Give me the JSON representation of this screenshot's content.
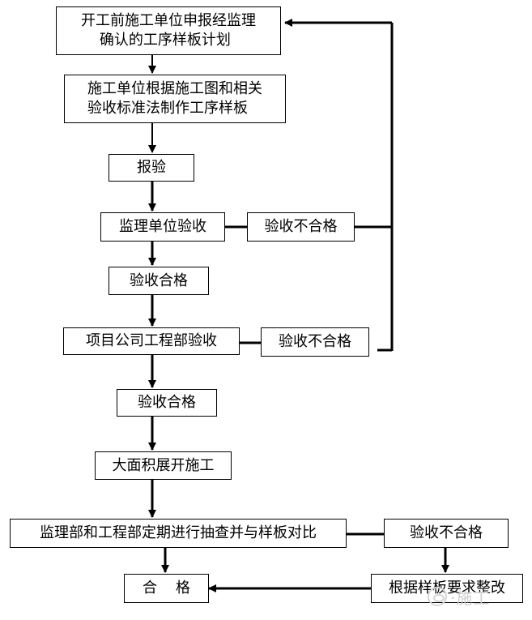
{
  "nodes": {
    "n1": "开工前施工单位申报经监理\n    确认的工序样板计划",
    "n2": "施工单位根据施工图和相关\n验收标准法制作工序样板",
    "n3": "报验",
    "n4": "监理单位验收",
    "n5": "验收不合格",
    "n6": "验收合格",
    "n7": "项目公司工程部验收",
    "n8": "验收不合格",
    "n9": "验收合格",
    "n10": "大面积展开施工",
    "n11": "监理部和工程部定期进行抽查并与样板对比",
    "n12": "验收不合格",
    "n13": "合    格",
    "n14": "根据样板要求整改"
  },
  "watermark": {
    "icon": "speech-bubble-icon",
    "text": "·施工"
  },
  "colors": {
    "line": "#000000",
    "box_border": "#000000",
    "background": "#ffffff",
    "watermark": "#cfcfcf"
  }
}
